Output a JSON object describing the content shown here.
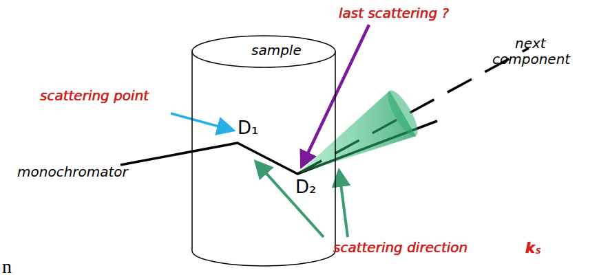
{
  "diagram": {
    "nodes": [
      {
        "text": [
          "sample"
        ]
      }
    ],
    "labels": [
      "last scattering ?",
      "next component",
      "scattering point",
      "D₁",
      "monochromator",
      "D₂",
      "scattering direction",
      "k",
      "s",
      "n"
    ]
  }
}
